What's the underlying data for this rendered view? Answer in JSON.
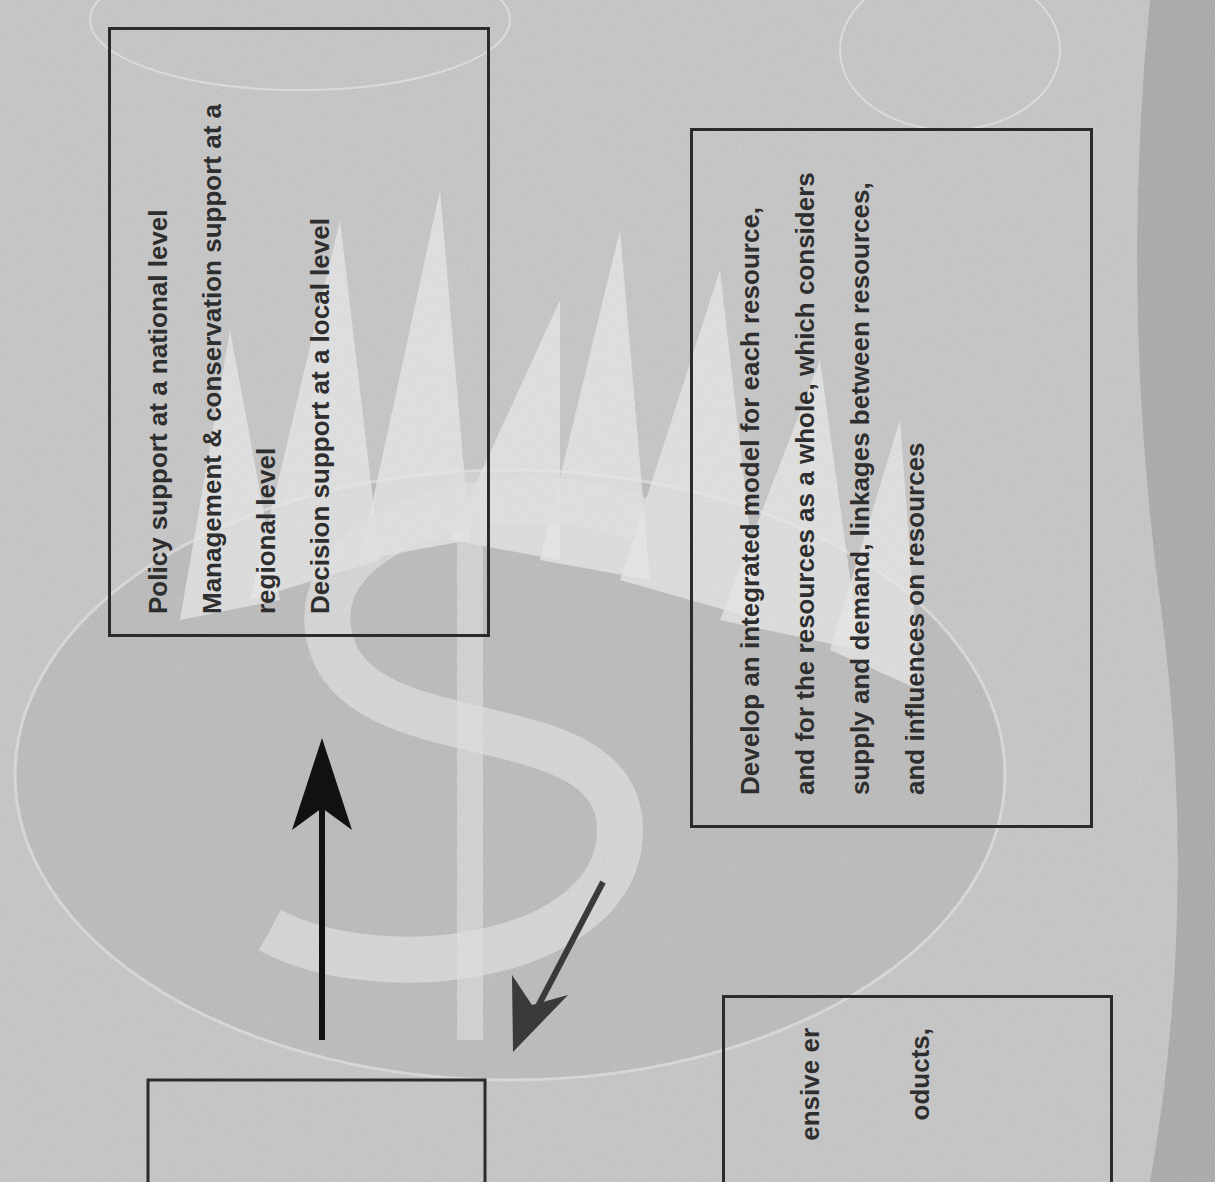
{
  "diagram": {
    "nodes": [
      {
        "text": [
          "Policy support at a national level",
          "Management & conservation support at a regional level",
          "Decision support at a local level"
        ]
      },
      {
        "text": [
          "Develop an integrated model for each resource, and for the resources as a whole, which considers supply and demand, linkages between resources, and influences on resources"
        ]
      },
      {
        "text": [
          "ensive er oducts,"
        ]
      }
    ]
  }
}
